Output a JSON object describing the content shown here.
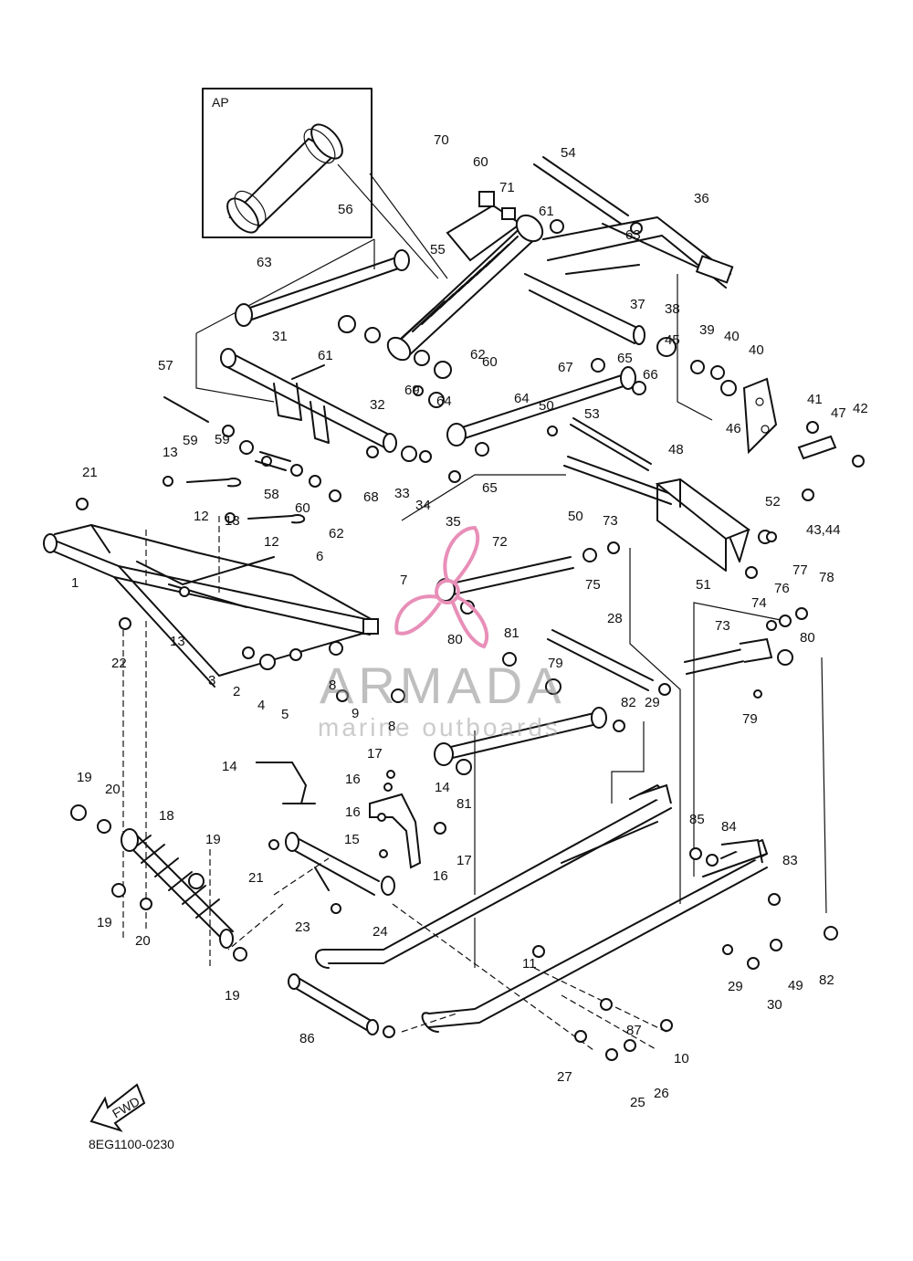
{
  "diagram_code": "8EG1100-0230",
  "inset_label": "AP",
  "fwd_label": "FWD",
  "watermark": {
    "brand": "ARMADA",
    "tagline": "marine outboards",
    "logo_color": "#e88fb8",
    "text_color": "#8a8a8a"
  },
  "callouts": [
    "1",
    "2",
    "3",
    "4",
    "5",
    "6",
    "7",
    "8",
    "8",
    "9",
    "10",
    "11",
    "12",
    "12",
    "13",
    "13",
    "13",
    "14",
    "14",
    "15",
    "16",
    "16",
    "16",
    "17",
    "17",
    "18",
    "19",
    "19",
    "19",
    "19",
    "20",
    "20",
    "21",
    "21",
    "22",
    "23",
    "24",
    "25",
    "26",
    "27",
    "28",
    "29",
    "29",
    "30",
    "31",
    "32",
    "33",
    "34",
    "35",
    "36",
    "37",
    "38",
    "39",
    "40",
    "40",
    "41",
    "42",
    "43,44",
    "45",
    "46",
    "47",
    "48",
    "49",
    "50",
    "50",
    "51",
    "52",
    "53",
    "54",
    "55",
    "56",
    "57",
    "58",
    "59",
    "59",
    "60",
    "60",
    "60",
    "61",
    "61",
    "62",
    "62",
    "63",
    "63",
    "64",
    "64",
    "65",
    "65",
    "66",
    "67",
    "68",
    "69",
    "70",
    "71",
    "72",
    "73",
    "73",
    "74",
    "75",
    "76",
    "77",
    "78",
    "79",
    "79",
    "80",
    "80",
    "81",
    "81",
    "82",
    "82",
    "83",
    "84",
    "85",
    "86",
    "87"
  ]
}
